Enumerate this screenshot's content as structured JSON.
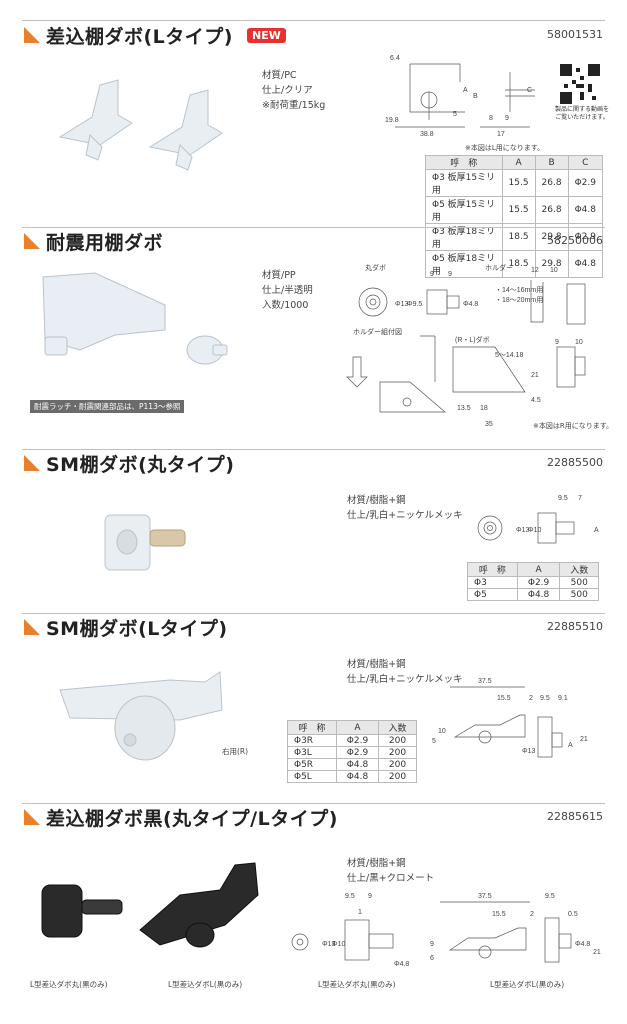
{
  "sections": [
    {
      "title": "差込棚ダボ(Lタイプ)",
      "badge": "NEW",
      "code": "58001531",
      "specs": [
        "材質/PC",
        "仕上/クリア",
        "※耐荷重/15kg"
      ],
      "dims": {
        "d1": "6.4",
        "d2": "19.8",
        "d3": "38.8",
        "d4": "5",
        "d5": "A",
        "d6": "B",
        "d7": "8",
        "d8": "9",
        "d9": "17",
        "d10": "C"
      },
      "diagram_note": "※本図はL用になります。",
      "qr_text": [
        "製品に関する動画を",
        "ご覧いただけます。"
      ],
      "table": {
        "headers": [
          "呼　称",
          "A",
          "B",
          "C"
        ],
        "rows": [
          [
            "Φ3 板厚15ミリ用",
            "15.5",
            "26.8",
            "Φ2.9"
          ],
          [
            "Φ5 板厚15ミリ用",
            "15.5",
            "26.8",
            "Φ4.8"
          ],
          [
            "Φ3 板厚18ミリ用",
            "18.5",
            "29.8",
            "Φ2.9"
          ],
          [
            "Φ5 板厚18ミリ用",
            "18.5",
            "29.8",
            "Φ4.8"
          ]
        ]
      }
    },
    {
      "title": "耐震用棚ダボ",
      "code": "58250006",
      "specs": [
        "材質/PP",
        "仕上/半透明",
        "入数/1000"
      ],
      "photo_band": "耐震ラッチ・耐震関連部品は、P113〜参照",
      "labels": {
        "dabo": "丸ダボ",
        "holder": "ホルダー",
        "assembly": "ホルダー組付図",
        "rl": "(R・L)ダボ"
      },
      "dims": {
        "d9a": "9",
        "d9b": "9",
        "d13": "Φ13",
        "d95": "Φ9.5",
        "d48": "Φ4.8",
        "d12": "12",
        "d10": "10",
        "range1": "・14〜16mm用",
        "range2": "・18〜20mm用",
        "r5": "5〜14.18",
        "d9c": "9",
        "d10b": "10",
        "d135": "13.5",
        "d18": "18",
        "d35": "35",
        "d45": "4.5",
        "d21": "21"
      },
      "diagram_note": "※本図はR用になります。"
    },
    {
      "title": "SM棚ダボ(丸タイプ)",
      "code": "22885500",
      "specs": [
        "材質/樹脂+鋼",
        "仕上/乳白+ニッケルメッキ"
      ],
      "dims": {
        "d95": "9.5",
        "d7": "7",
        "d13": "Φ13",
        "d10": "Φ10",
        "dA": "A"
      },
      "table": {
        "headers": [
          "呼　称",
          "A",
          "入数"
        ],
        "rows": [
          [
            "Φ3",
            "Φ2.9",
            "500"
          ],
          [
            "Φ5",
            "Φ4.8",
            "500"
          ]
        ]
      }
    },
    {
      "title": "SM棚ダボ(Lタイプ)",
      "code": "22885510",
      "specs": [
        "材質/樹脂+鋼",
        "仕上/乳白+ニッケルメッキ"
      ],
      "photo_caption": "右用(R)",
      "dims": {
        "d375": "37.5",
        "d155": "15.5",
        "d2": "2",
        "d95": "9.5",
        "d91": "9.1",
        "d5": "5",
        "d10": "10",
        "d13": "Φ13",
        "dA": "A",
        "d21": "21"
      },
      "table": {
        "headers": [
          "呼　称",
          "A",
          "入数"
        ],
        "rows": [
          [
            "Φ3R",
            "Φ2.9",
            "200"
          ],
          [
            "Φ3L",
            "Φ2.9",
            "200"
          ],
          [
            "Φ5R",
            "Φ4.8",
            "200"
          ],
          [
            "Φ5L",
            "Φ4.8",
            "200"
          ]
        ]
      }
    },
    {
      "title": "差込棚ダボ黒(丸タイプ/Lタイプ)",
      "code": "22885615",
      "specs": [
        "材質/樹脂+鋼",
        "仕上/黒+クロメート"
      ],
      "photo_captions": [
        "L型差込ダボ丸(黒のみ)",
        "L型差込ダボL(黒のみ)"
      ],
      "diagram_captions": [
        "L型差込ダボ丸(黒のみ)",
        "L型差込ダボL(黒のみ)"
      ],
      "dims": {
        "d95": "9.5",
        "d9": "9",
        "d1": "1",
        "d13": "Φ13",
        "d10": "Φ10",
        "d48": "Φ4.8",
        "d375": "37.5",
        "d155": "15.5",
        "d2": "2",
        "d9b": "9",
        "d6": "6",
        "d95b": "9.5",
        "d05": "0.5",
        "d48b": "Φ4.8",
        "d21": "21"
      }
    }
  ]
}
